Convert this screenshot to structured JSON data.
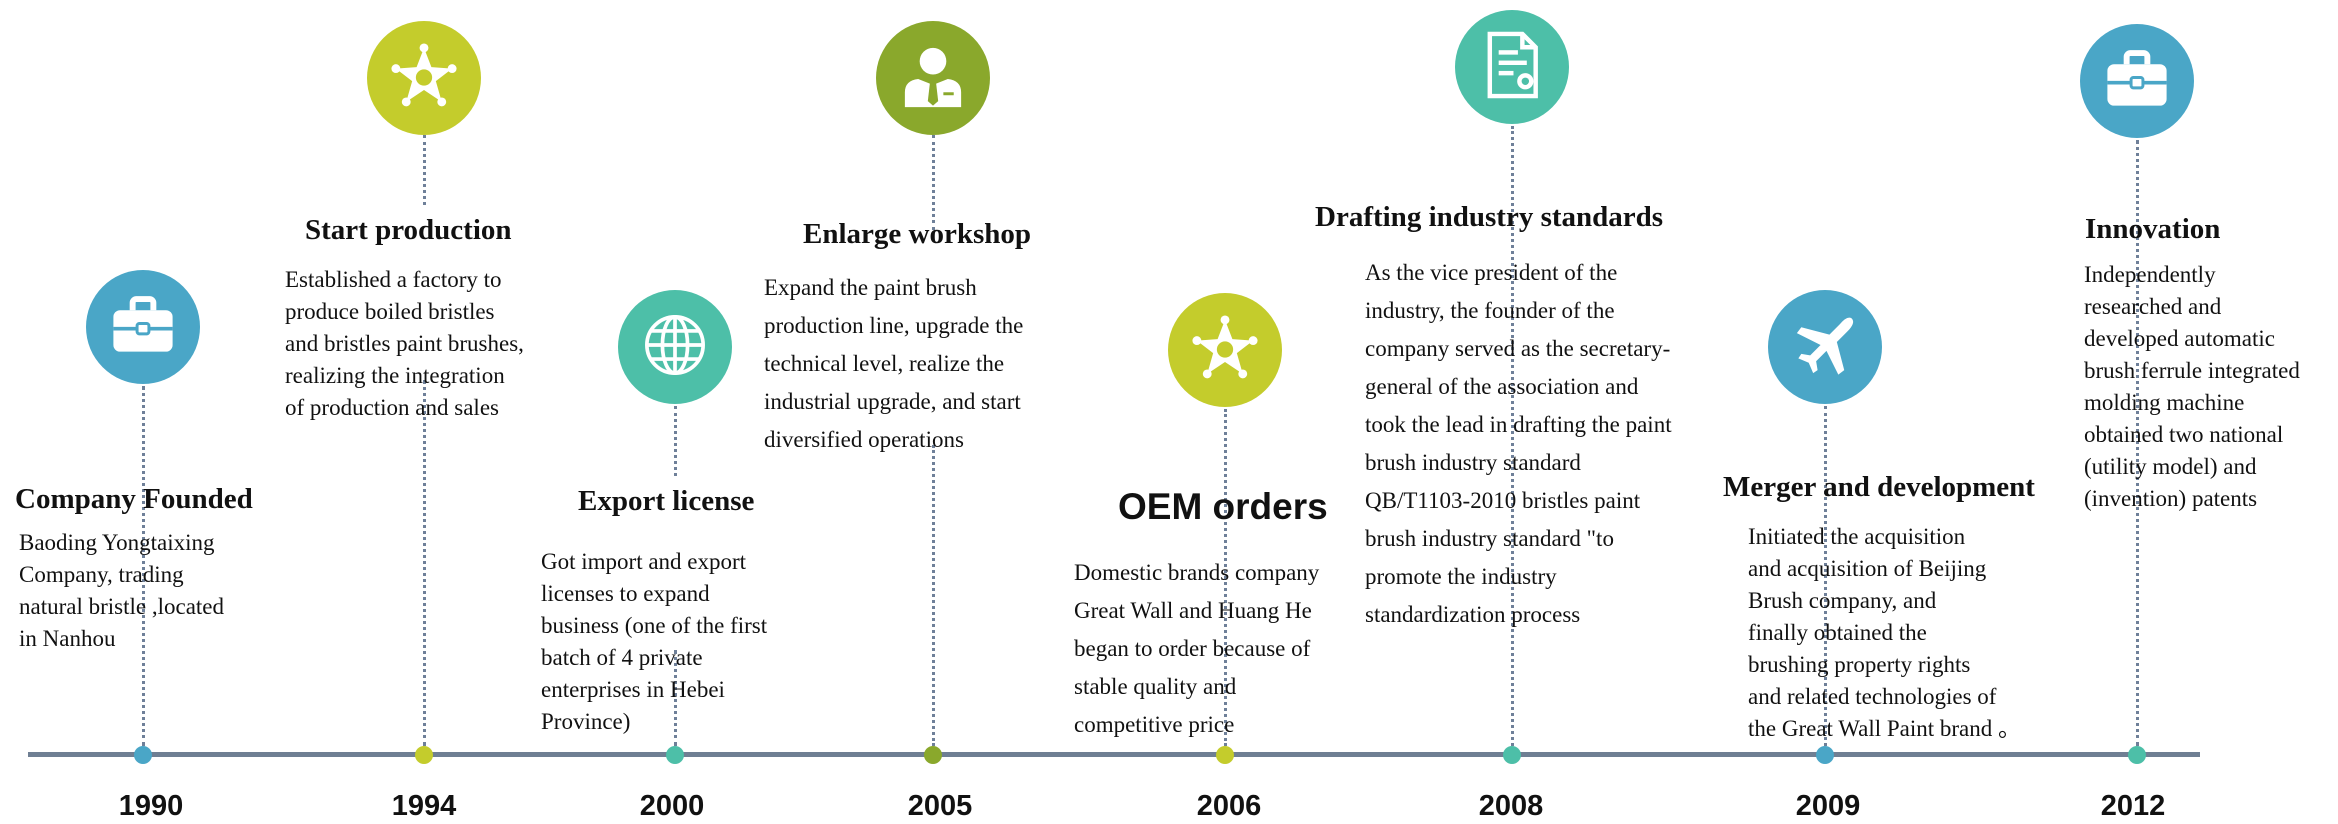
{
  "milestones": [
    {
      "year": "1990",
      "title": "Company Founded",
      "icon": "briefcase-icon",
      "color": "#4aa6c7",
      "title_font": "serif",
      "desc": [
        "Baoding Yongtaixing",
        "Company, trading",
        "natural bristle ,located",
        "in Nanhou"
      ]
    },
    {
      "year": "1994",
      "title": "Start production",
      "icon": "star-badge-icon",
      "color": "#c4cc2c",
      "title_font": "serif",
      "desc": [
        "Established a factory to",
        "produce boiled bristles",
        "and bristles paint brushes,",
        "realizing the integration",
        "of production and sales"
      ]
    },
    {
      "year": "2000",
      "title": "Export license",
      "icon": "globe-icon",
      "color": "#4dbfa8",
      "title_font": "serif",
      "desc": [
        "Got import and export",
        "licenses to expand",
        "business (one of the first",
        "batch of 4 private",
        "enterprises in Hebei",
        "Province)"
      ]
    },
    {
      "year": "2005",
      "title": "Enlarge workshop",
      "icon": "businessman-icon",
      "color": "#8aa82c",
      "title_font": "serif",
      "desc": [
        "Expand the paint brush",
        "production line, upgrade the",
        "technical level, realize the",
        "industrial upgrade, and start",
        "diversified operations"
      ]
    },
    {
      "year": "2006",
      "title": "OEM orders",
      "icon": "star-badge-icon",
      "color": "#c4cc2c",
      "title_font": "sans",
      "desc": [
        "Domestic brands company",
        "Great Wall and Huang He",
        "began to order because of",
        "stable quality and",
        "competitive price"
      ]
    },
    {
      "year": "2008",
      "title": "Drafting industry standards",
      "icon": "certificate-document-icon",
      "color": "#4dbfa8",
      "title_font": "serif",
      "desc": [
        "As the vice president of the",
        "industry, the founder of the",
        "company served as the secretary-",
        "general of the association and",
        "took the lead in drafting the paint",
        "brush industry standard",
        "QB/T1103-2010 bristles paint",
        "brush industry standard \"to",
        "promote the industry",
        "standardization process"
      ]
    },
    {
      "year": "2009",
      "title": "Merger and development",
      "icon": "airplane-icon",
      "color": "#4aa6c7",
      "title_font": "serif",
      "desc": [
        "Initiated the acquisition",
        "and acquisition of Beijing",
        "Brush company, and",
        "finally obtained the",
        "brushing property rights",
        "and related technologies of",
        "the Great Wall Paint brand 。"
      ]
    },
    {
      "year": "2012",
      "title": "Innovation",
      "icon": "briefcase-icon",
      "color": "#4aa6c7",
      "dot_color": "#4dbfa8",
      "title_font": "serif",
      "desc": [
        "Independently",
        "researched and",
        "developed automatic",
        "brush ferrule integrated",
        "molding machine",
        "obtained two national",
        "(utility model) and",
        "(invention) patents"
      ]
    }
  ]
}
